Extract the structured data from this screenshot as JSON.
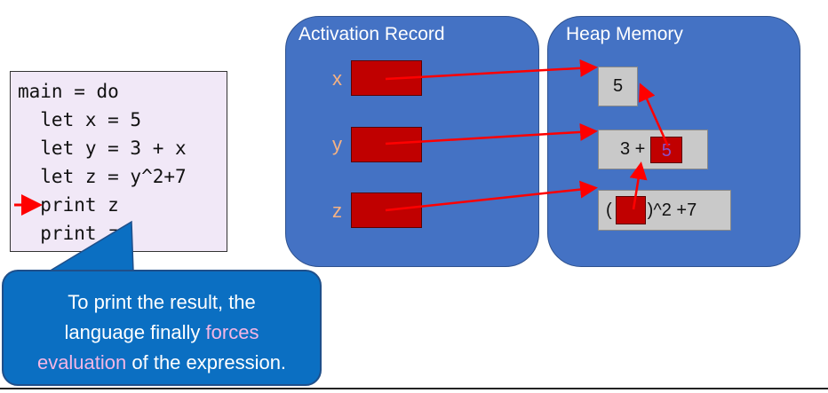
{
  "code": {
    "lines": [
      "main = do",
      "  let x = 5",
      "  let y = 3 + x",
      "  let z = y^2+7",
      "  print z",
      "  print z"
    ]
  },
  "activation": {
    "title": "Activation Record",
    "vars": [
      "x",
      "y",
      "z"
    ]
  },
  "heap": {
    "title": "Heap Memory",
    "value_five": "5",
    "plus_prefix": "3 +",
    "plus_inner": "5",
    "pow_open": "(",
    "pow_suffix": ")^2 +7"
  },
  "callout": {
    "line1": "To print the result, the",
    "line2_a": "language finally ",
    "line2_b": "forces",
    "line3_a": "evaluation",
    "line3_b": " of the expression."
  },
  "colors": {
    "panel": "#4472c4",
    "slot": "#c00000",
    "arrow": "#ff0000",
    "callout": "#0b6fc2",
    "highlight": "#f4b6e4"
  }
}
